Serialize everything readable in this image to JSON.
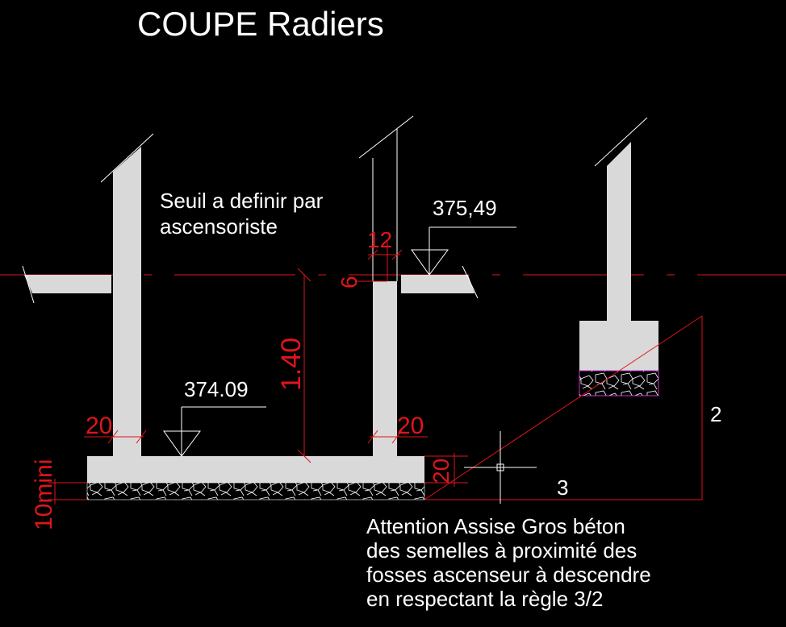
{
  "title": "COUPE Radiers",
  "labels": {
    "seuil_line1": "Seuil a definir par",
    "seuil_line2": "ascensoriste",
    "level_top": "375,49",
    "level_bottom": "374.09",
    "note_line1": "Attention Assise Gros béton",
    "note_line2": "des semelles à proximité des",
    "note_line3": "fosses ascenseur à descendre",
    "note_line4": "en respectant la règle 3/2",
    "ratio_vertical": "2",
    "ratio_horizontal": "3"
  },
  "dimensions": {
    "d12": "12",
    "d6": "6",
    "d140": "1.40",
    "d20_left": "20",
    "d20_right": "20",
    "d20_slab": "20",
    "d10mini": "10mini"
  },
  "colors": {
    "background": "#000000",
    "concrete": "#d9d9d9",
    "dimension": "#e0151b",
    "text": "#ffffff",
    "gravel_border": "#cc33cc"
  }
}
